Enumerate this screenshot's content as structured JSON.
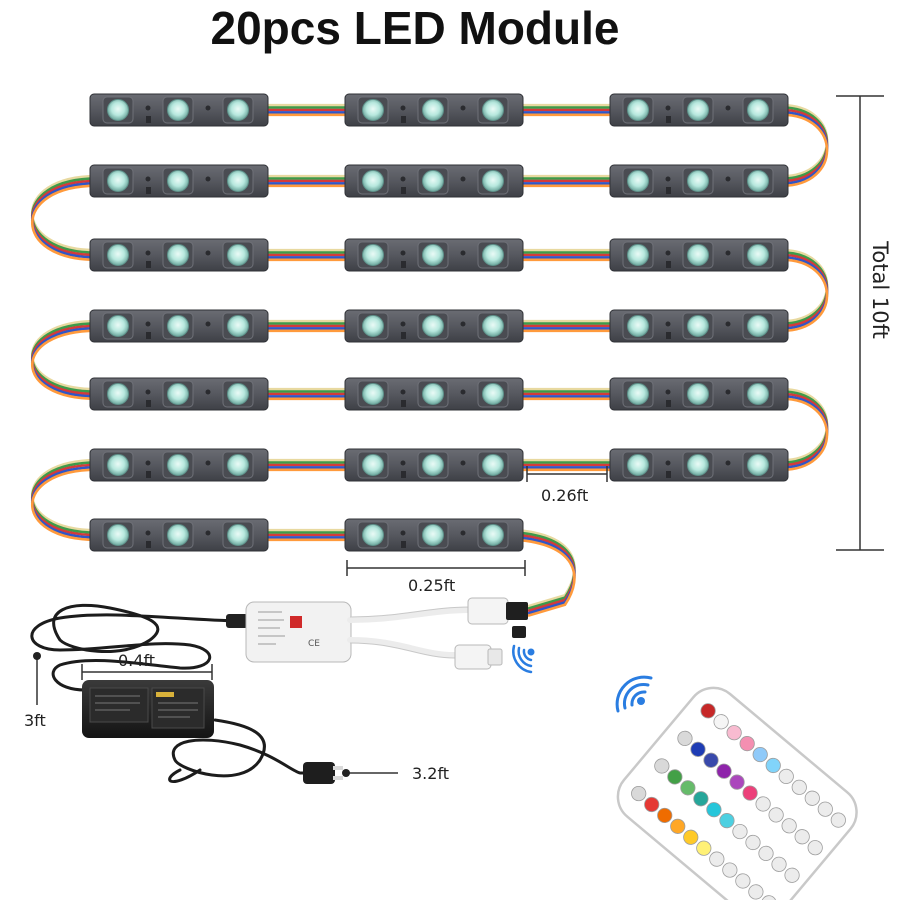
{
  "title": "20pcs LED Module",
  "dimensions": {
    "total": "Total 10ft",
    "module_gap": "0.26ft",
    "module_length": "0.25ft",
    "adapter_width": "0.4ft",
    "dc_cable": "3ft",
    "ac_cable": "3.2ft"
  },
  "product": {
    "module_count": 20,
    "module_rows": [
      3,
      3,
      3,
      3,
      3,
      3,
      2
    ],
    "leds_per_module": 3,
    "wire_colors": [
      "#e8d9a0",
      "#3e9a4a",
      "#d43a3a",
      "#2f56c8",
      "#ff9a3c"
    ],
    "module_color": "#55575e",
    "led_color": "#a9e4d9",
    "remote_keys": 44
  }
}
